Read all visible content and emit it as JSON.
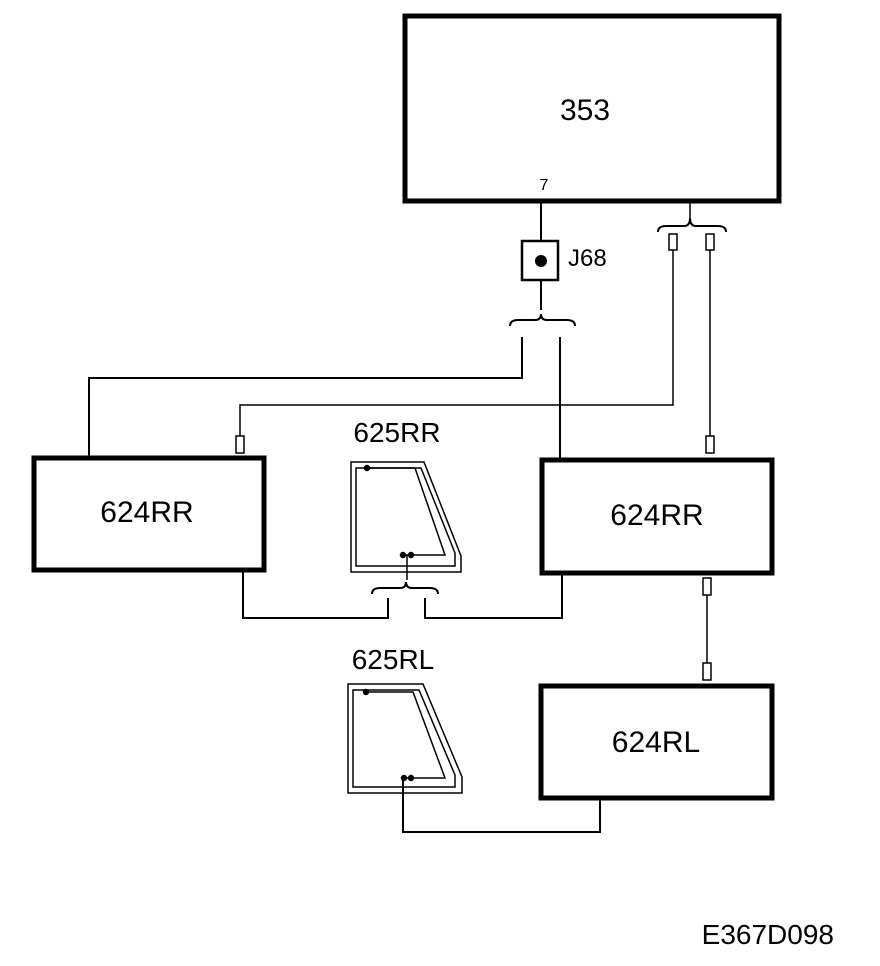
{
  "diagram": {
    "components": {
      "module_353": "353",
      "module_624rr_left": "624RR",
      "module_624rr_right": "624RR",
      "module_624rl": "624RL",
      "antenna_625rr": "625RR",
      "antenna_625rl": "625RL"
    },
    "pin_label": "7",
    "junction_label": "J68",
    "figure_code": "E367D098"
  }
}
